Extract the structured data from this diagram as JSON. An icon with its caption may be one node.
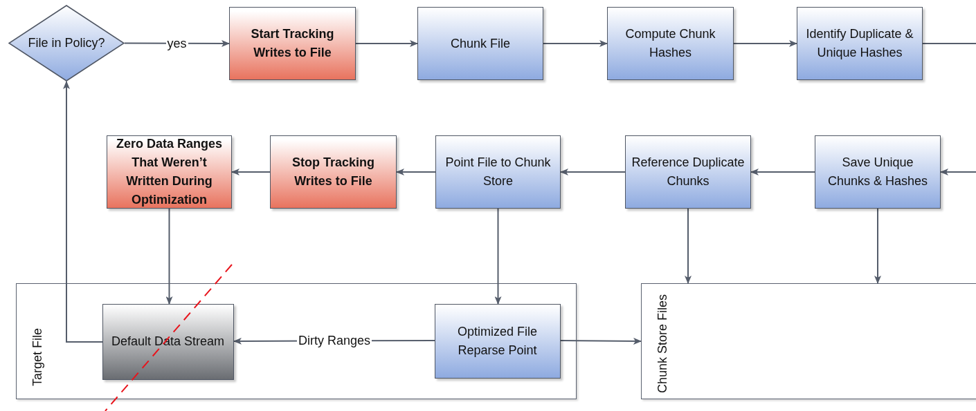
{
  "diagram": {
    "nodes": [
      {
        "text": [
          "File in Policy?"
        ]
      },
      {
        "text": [
          "Start Tracking Writes to File"
        ]
      },
      {
        "text": [
          "Chunk File"
        ]
      },
      {
        "text": [
          "Compute Chunk Hashes"
        ]
      },
      {
        "text": [
          "Identify Duplicate & Unique Hashes"
        ]
      },
      {
        "text": [
          "Zero Data Ranges That Weren’t Written During Optimization"
        ]
      },
      {
        "text": [
          "Stop Tracking Writes to File"
        ]
      },
      {
        "text": [
          "Point File to Chunk Store"
        ]
      },
      {
        "text": [
          "Reference Duplicate Chunks"
        ]
      },
      {
        "text": [
          "Save Unique Chunks & Hashes"
        ]
      },
      {
        "text": [
          "Target File"
        ]
      },
      {
        "text": [
          "Default Data Stream"
        ],
        "in": 10
      },
      {
        "text": [
          "Optimized File Reparse Point"
        ],
        "in": 10
      },
      {
        "text": [
          "Chunk Store Files"
        ]
      }
    ],
    "edges": [
      {
        "from": 0,
        "to": 1,
        "arrow": "to",
        "label": "yes"
      },
      {
        "from": 1,
        "to": 2,
        "arrow": "to"
      },
      {
        "from": 2,
        "to": 3,
        "arrow": "to"
      },
      {
        "from": 3,
        "to": 4,
        "arrow": "to"
      },
      {
        "from": 4,
        "to": 9,
        "arrow": "to"
      },
      {
        "from": 9,
        "to": 8,
        "arrow": "to"
      },
      {
        "from": 8,
        "to": 7,
        "arrow": "to"
      },
      {
        "from": 7,
        "to": 6,
        "arrow": "to"
      },
      {
        "from": 6,
        "to": 5,
        "arrow": "to"
      },
      {
        "from": 5,
        "to": 11,
        "arrow": "to"
      },
      {
        "from": 7,
        "to": 12,
        "arrow": "to"
      },
      {
        "from": 8,
        "to": 13,
        "arrow": "to"
      },
      {
        "from": 9,
        "to": 13,
        "arrow": "to"
      },
      {
        "from": 12,
        "to": 11,
        "arrow": "to",
        "label": "Dirty Ranges"
      },
      {
        "from": 12,
        "to": 13,
        "arrow": "to"
      },
      {
        "from": 11,
        "to": 0,
        "arrow": "to"
      }
    ]
  }
}
